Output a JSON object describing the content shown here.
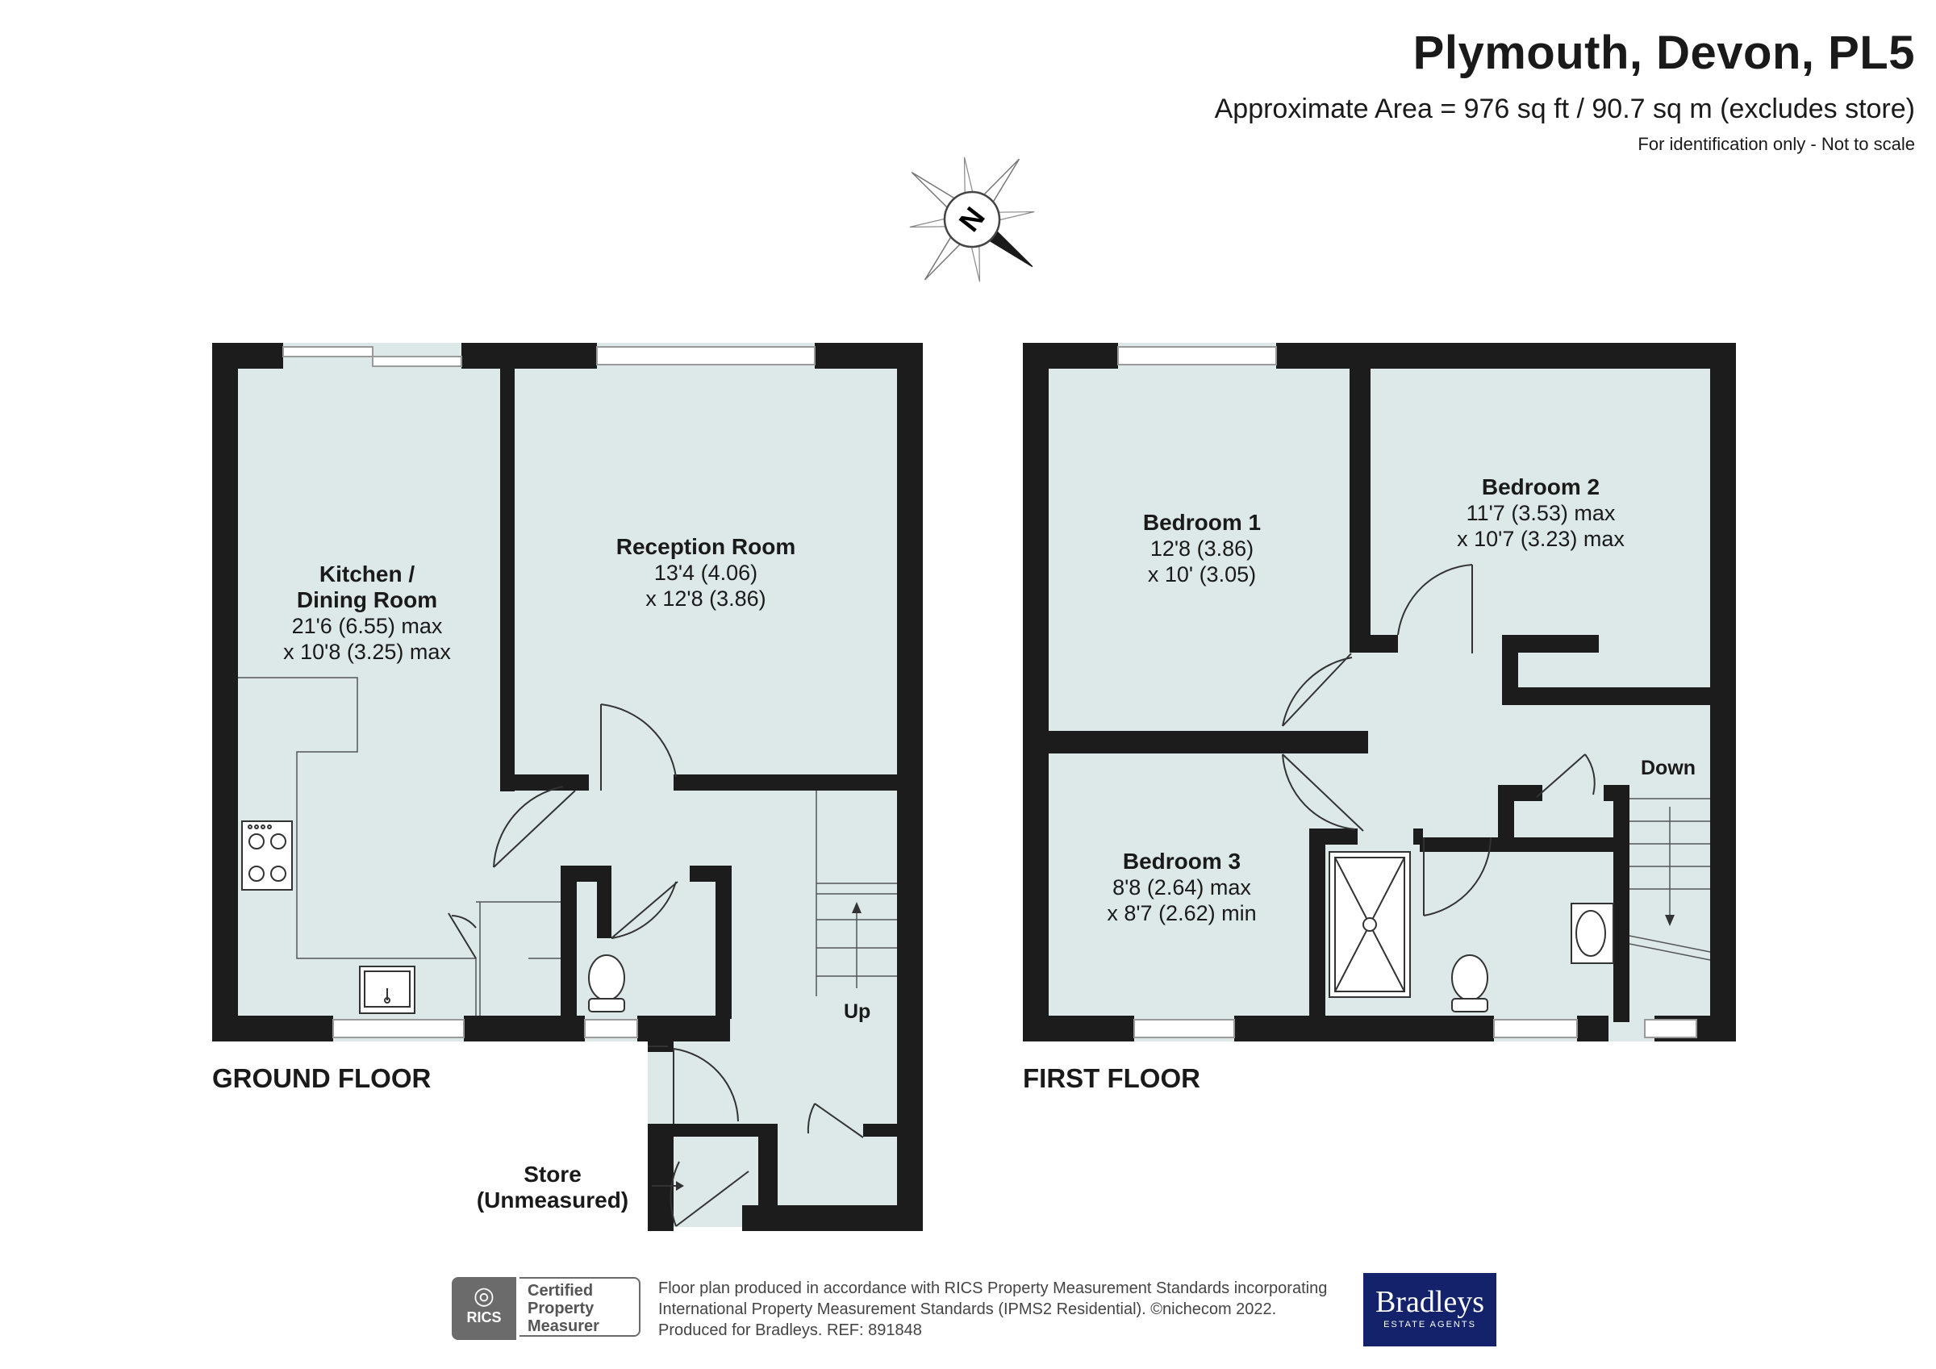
{
  "header": {
    "title": "Plymouth, Devon, PL5",
    "area": "Approximate Area = 976 sq ft / 90.7 sq m (excludes store)",
    "note": "For identification only - Not to scale"
  },
  "compass": {
    "letter": "N"
  },
  "ground_floor": {
    "label": "GROUND FLOOR",
    "rooms": {
      "kitchen": {
        "name_line1": "Kitchen /",
        "name_line2": "Dining Room",
        "dim1": "21'6 (6.55) max",
        "dim2": "x 10'8 (3.25) max"
      },
      "reception": {
        "name": "Reception Room",
        "dim1": "13'4 (4.06)",
        "dim2": "x 12'8 (3.86)"
      },
      "store": {
        "name_line1": "Store",
        "name_line2": "(Unmeasured)"
      }
    },
    "stairs_label": "Up"
  },
  "first_floor": {
    "label": "FIRST FLOOR",
    "rooms": {
      "bedroom1": {
        "name": "Bedroom 1",
        "dim1": "12'8 (3.86)",
        "dim2": "x 10' (3.05)"
      },
      "bedroom2": {
        "name": "Bedroom 2",
        "dim1": "11'7 (3.53) max",
        "dim2": "x 10'7 (3.23) max"
      },
      "bedroom3": {
        "name": "Bedroom 3",
        "dim1": "8'8 (2.64) max",
        "dim2": "x 8'7 (2.62) min"
      }
    },
    "stairs_label": "Down"
  },
  "footer": {
    "rics_label": "RICS",
    "cert_line1": "Certified",
    "cert_line2": "Property",
    "cert_line3": "Measurer",
    "text_line1": "Floor plan produced in accordance with RICS Property Measurement Standards incorporating",
    "text_line2": "International Property Measurement Standards (IPMS2 Residential).   ©nichecom 2022.",
    "text_line3": "Produced for Bradleys.    REF:  891848",
    "brand_name": "Bradleys",
    "brand_sub": "ESTATE AGENTS"
  },
  "colors": {
    "wall": "#1c1c1c",
    "floor": "#dde8e8",
    "brand": "#13226a"
  }
}
